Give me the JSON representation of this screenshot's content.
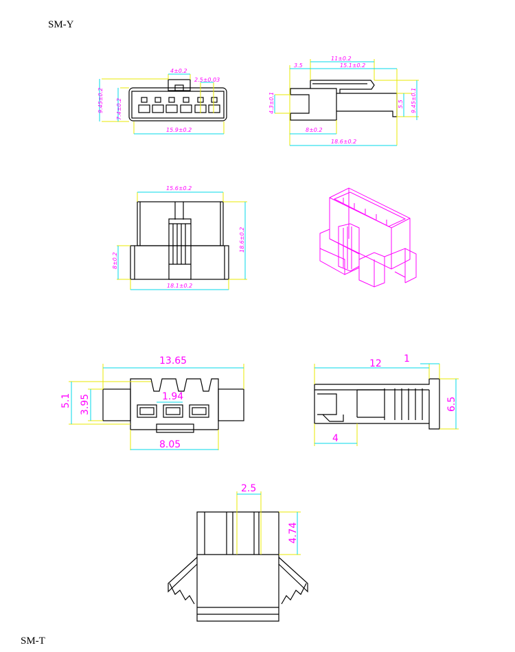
{
  "labels": {
    "top": "SM-Y",
    "bottom": "SM-T"
  },
  "colors": {
    "outline": "#000000",
    "extension": "#e8e800",
    "dimension": "#00d8e8",
    "text": "#ff00ff"
  },
  "smy_front": {
    "latch_width": "4±0.2",
    "pitch": "2.5±0.03",
    "height": "9.45±0.2",
    "inner_height": "7.4±0.2",
    "width": "15.9±0.2"
  },
  "smy_side": {
    "latch_len": "11±0.2",
    "offset": "3.5",
    "body_len": "15.1±0.2",
    "slot": "4.3±0.1",
    "rear_h": "5.5",
    "height": "9.45±0.1",
    "front_len": "8±0.2",
    "total_len": "18.6±0.2"
  },
  "smy_top": {
    "top_width": "15.6±0.2",
    "length": "18.6±0.2",
    "base_h": "8±0.2",
    "base_width": "18.1±0.2"
  },
  "smt_front": {
    "width": "13.65",
    "height": "5.1",
    "inner_height": "3.95",
    "pin_gap": "1.94",
    "body_width": "8.05"
  },
  "smt_side": {
    "length": "12",
    "lip": "1",
    "height": "6.5",
    "front": "4"
  },
  "smt_top": {
    "pitch": "2.5",
    "slot_depth": "4.74"
  }
}
